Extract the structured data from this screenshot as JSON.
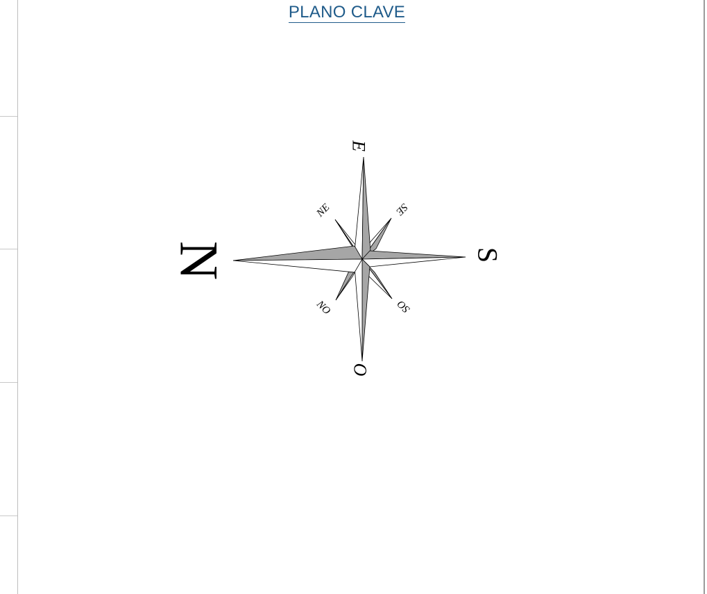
{
  "title": "PLANO CLAVE",
  "compass": {
    "north": "N",
    "south": "S",
    "east": "E",
    "west": "O",
    "northeast": "NE",
    "southeast": "SE",
    "southwest": "SO",
    "northwest": "NO",
    "fill_color": "#a6a6a6",
    "stroke_color": "#000000"
  },
  "colors": {
    "title": "#1f5b8a",
    "border": "#9a9a9a"
  }
}
